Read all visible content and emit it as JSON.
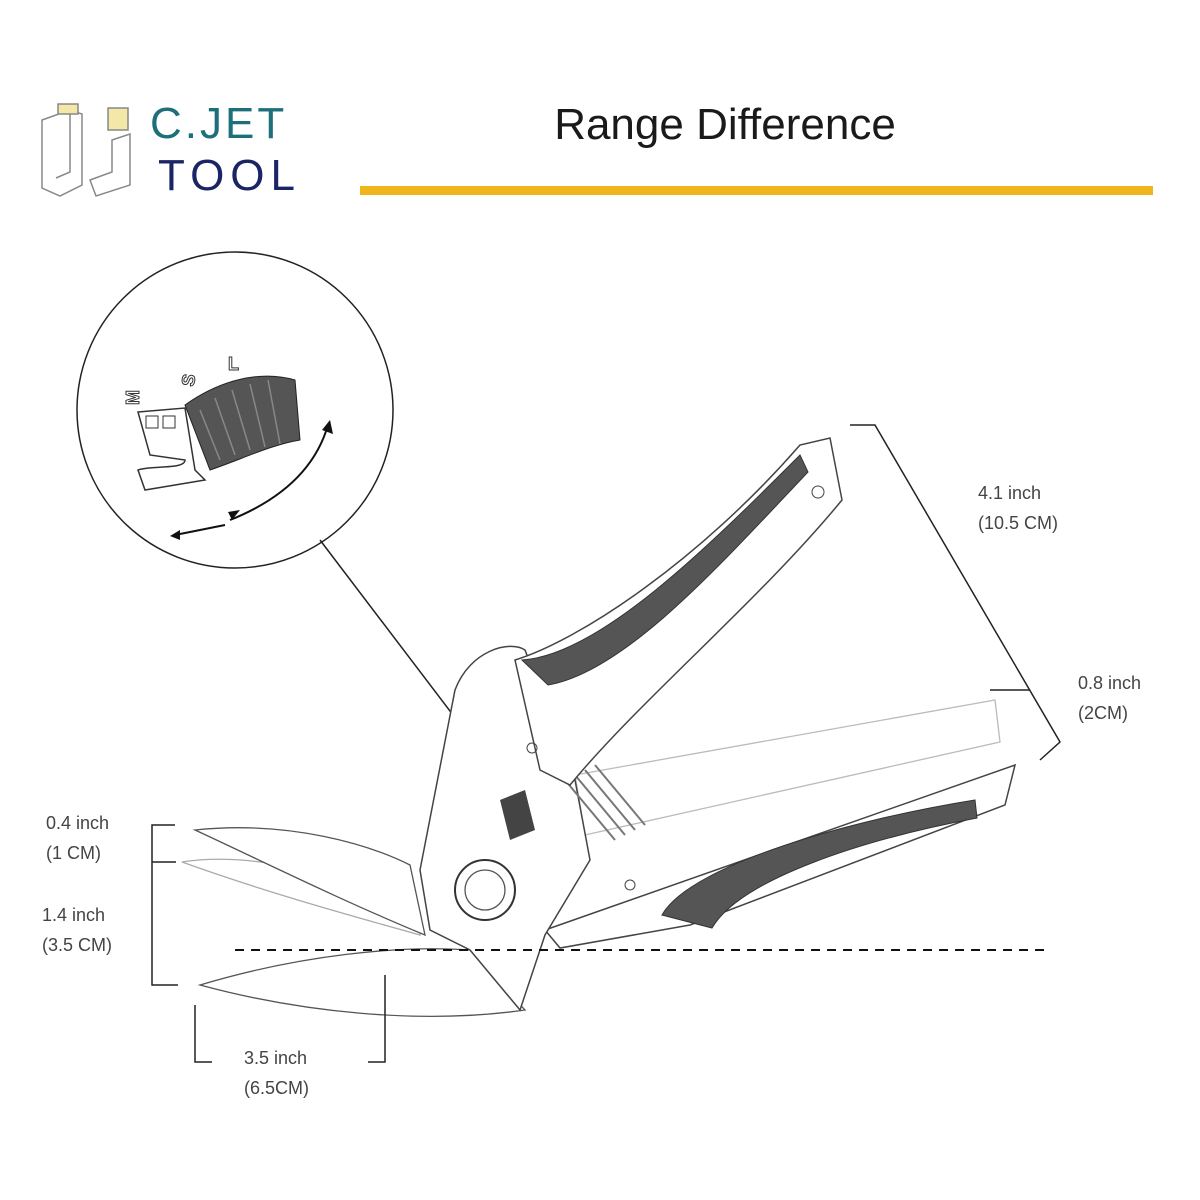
{
  "brand": {
    "line1": "C.JET",
    "line2": "TOOL"
  },
  "title": "Range Difference",
  "accent_color": "#f0b51b",
  "inset": {
    "marks": [
      "M",
      "S",
      "L"
    ]
  },
  "dimensions": {
    "handle": {
      "inch": "4.1 inch",
      "cm": "(10.5 CM)"
    },
    "grip": {
      "inch": "0.8 inch",
      "cm": "(2CM)"
    },
    "small_open": {
      "inch": "0.4 inch",
      "cm": "(1 CM)"
    },
    "large_open": {
      "inch": "1.4 inch",
      "cm": "(3.5 CM)"
    },
    "blade": {
      "inch": "3.5 inch",
      "cm": "(6.5CM)"
    }
  }
}
